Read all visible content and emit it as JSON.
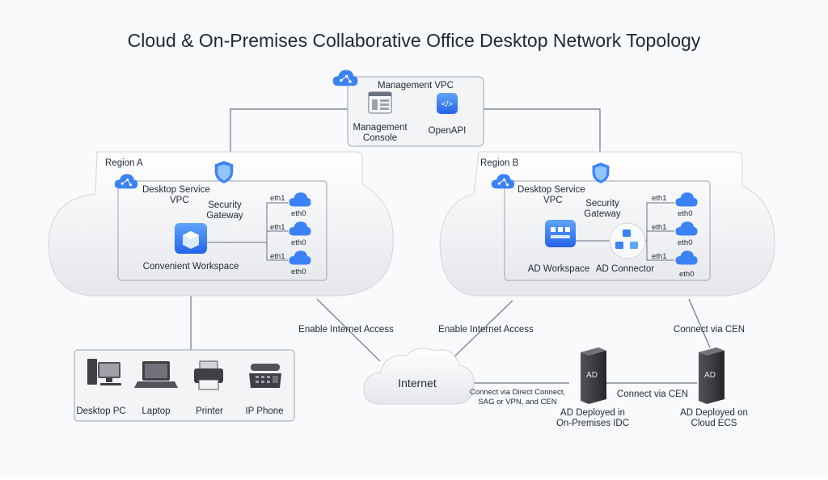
{
  "title": "Cloud & On-Premises Collaborative Office Desktop Network Topology",
  "management_vpc": {
    "label": "Management VPC",
    "console_label_1": "Management",
    "console_label_2": "Console",
    "openapi_label": "OpenAPI"
  },
  "region_a": {
    "label": "Region A",
    "vpc_label_1": "Desktop Service",
    "vpc_label_2": "VPC",
    "gateway_label_1": "Security",
    "gateway_label_2": "Gateway",
    "workspace_label": "Convenient Workspace",
    "nics": [
      {
        "top": "eth1",
        "bottom": "eth0"
      },
      {
        "top": "eth1",
        "bottom": "eth0"
      },
      {
        "top": "eth1",
        "bottom": "eth0"
      }
    ]
  },
  "region_b": {
    "label": "Region B",
    "vpc_label_1": "Desktop Service",
    "vpc_label_2": "VPC",
    "gateway_label_1": "Security",
    "gateway_label_2": "Gateway",
    "ad_workspace_label": "AD Workspace",
    "ad_connector_label": "AD Connector",
    "nics": [
      {
        "top": "eth1",
        "bottom": "eth0"
      },
      {
        "top": "eth1",
        "bottom": "eth0"
      },
      {
        "top": "eth1",
        "bottom": "eth0"
      }
    ]
  },
  "internet": {
    "label": "Internet",
    "access_a": "Enable Internet Access",
    "access_b": "Enable Internet Access",
    "direct_connect_1": "Connect via Direct Connect,",
    "direct_connect_2": "SAG or VPN, and CEN"
  },
  "devices": {
    "desktop_pc": "Desktop PC",
    "laptop": "Laptop",
    "printer": "Printer",
    "ip_phone": "IP Phone"
  },
  "ad_idc": {
    "badge": "AD",
    "label_1": "AD Deployed in",
    "label_2": "On-Premises IDC"
  },
  "ad_ecs": {
    "badge": "AD",
    "label_1": "AD Deployed on",
    "label_2": "Cloud ECS"
  },
  "cen": {
    "idc_to_ecs": "Connect via CEN",
    "region_b": "Connect via CEN"
  },
  "colors": {
    "accent_blue": "#3b82f6",
    "light_blue": "#93c5fd",
    "line_gray": "#6b7280",
    "server_dark": "#3f3f46"
  }
}
